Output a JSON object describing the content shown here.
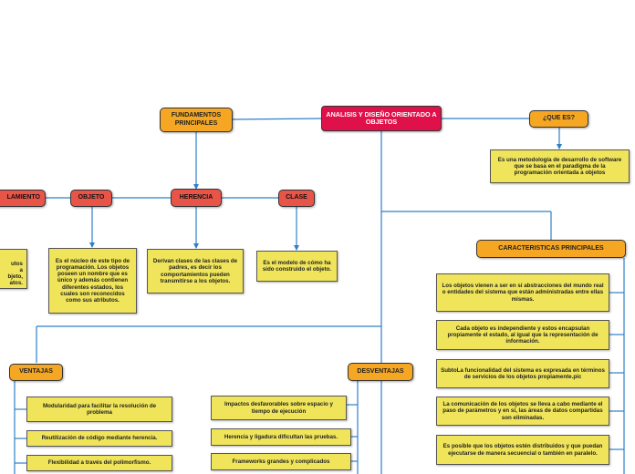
{
  "root": "ANALISIS Y DISEÑO ORIENTADO A OBJETOS",
  "fundamentos": {
    "label": "FUNDAMENTOS PRINCIPALES",
    "items": [
      {
        "label": "ENCAPSULAMIENTO",
        "visible_text": "LAMIENTO",
        "note": "...utos a ...bjeto, ...atos."
      },
      {
        "label": "OBJETO",
        "note": "Es el núcleo de este tipo de programación. Los objetos poseen un nombre que es único y además contienen diferentes estados, los cuales son reconocidos como sus atributos."
      },
      {
        "label": "HERENCIA",
        "note": "Derivan clases de las clases de padres, es decir los comportamientos pueden transmitirse a los objetos."
      },
      {
        "label": "CLASE",
        "note": "Es el modelo de cómo ha sido construido el objeto."
      }
    ],
    "encap_note_lines": [
      "utos",
      "a",
      "bjeto,",
      "atos."
    ]
  },
  "que_es": {
    "label": "¿QUE ES?",
    "note": "Es una metodología de desarrollo de software que se basa en el paradigma de la programación orientada a objetos"
  },
  "caracteristicas": {
    "label": "CARACTERISTICAS PRINCIPALES",
    "notes": [
      "Los objetos vienen a ser en sí abstracciones del mundo real o entidades del sistema que están administradas entre ellas mismas.",
      "Cada objeto es independiente y estos encapsulan propiamente el estado, al igual que la representación de información.",
      "SubtoLa funcionalidad del sistema es expresada en términos de servicios de los objetos propiamente.pic",
      "La comunicación de los objetos se lleva a cabo mediante el paso de parámetros y en sí, las áreas de datos compartidas son eliminadas.",
      "Es posible que los objetos estén distribuidos y que puedan ejecutarse de manera secuencial o también en paralelo."
    ]
  },
  "ventajas": {
    "label": "VENTAJAS",
    "notes": [
      "Modularidad para facilitar la resolución de problema",
      "Reutilización de código mediante herencia.",
      "Flexibilidad a través del polimorfismo."
    ]
  },
  "desventajas": {
    "label": "DESVENTAJAS",
    "notes": [
      "Impactos desfavorables sobre espacio y tiempo de ejecución",
      "Herencia y ligadura dificultan las pruebas.",
      "Frameworks grandes y complicados"
    ]
  },
  "colors": {
    "root": "#e0114a",
    "orange": "#f5a623",
    "red": "#e85548",
    "note": "#f0e55a",
    "line": "#2f7fc8"
  }
}
